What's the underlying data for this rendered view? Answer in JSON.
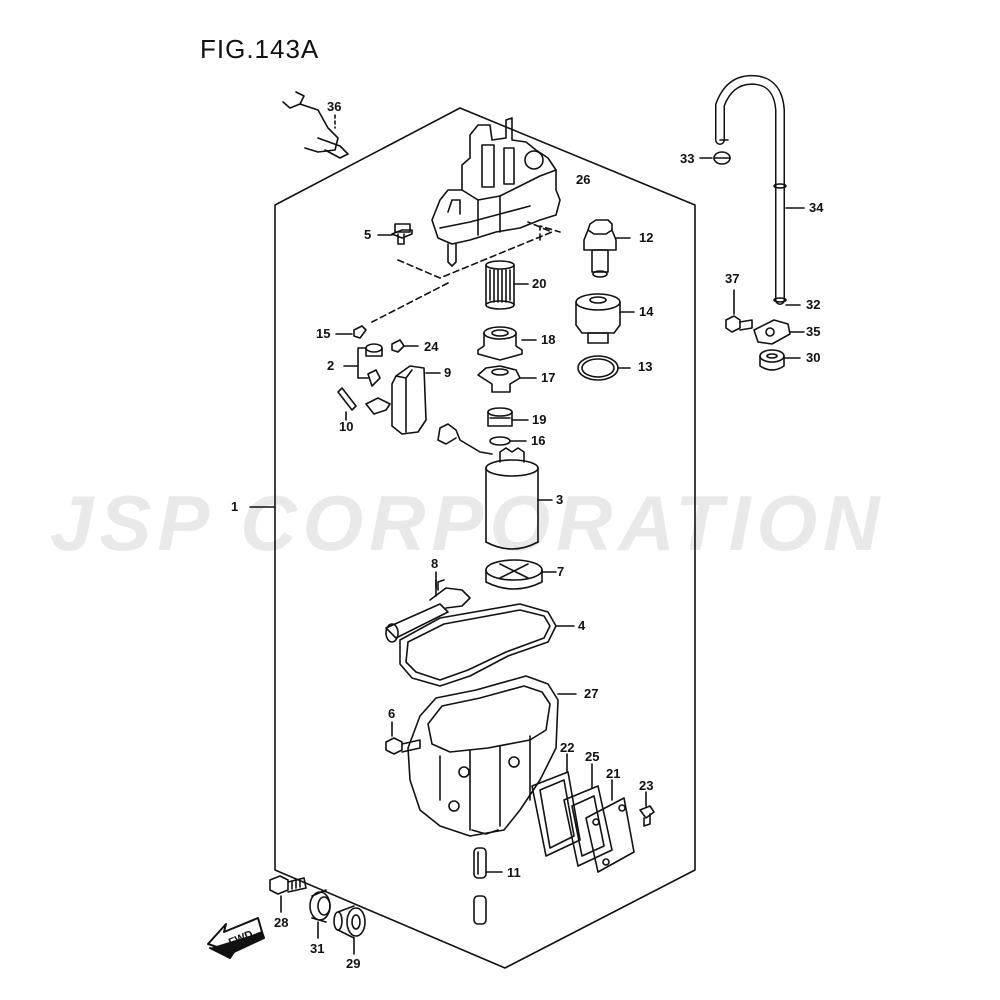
{
  "figure": {
    "title": "FIG.143A"
  },
  "watermark": {
    "text": "JSP CORPORATION"
  },
  "fwd_label": "FWD",
  "callouts": {
    "c1": "1",
    "c2": "2",
    "c3": "3",
    "c4": "4",
    "c5": "5",
    "c6": "6",
    "c7": "7",
    "c8": "8",
    "c9": "9",
    "c10": "10",
    "c11": "11",
    "c12": "12",
    "c13": "13",
    "c14": "14",
    "c15": "15",
    "c16": "16",
    "c17": "17",
    "c18": "18",
    "c19": "19",
    "c20": "20",
    "c21": "21",
    "c22": "22",
    "c23": "23",
    "c24": "24",
    "c25": "25",
    "c26": "26",
    "c27": "27",
    "c28": "28",
    "c29": "29",
    "c30": "30",
    "c31": "31",
    "c32": "32",
    "c33": "33",
    "c34": "34",
    "c35": "35",
    "c36": "36",
    "c37": "37"
  }
}
